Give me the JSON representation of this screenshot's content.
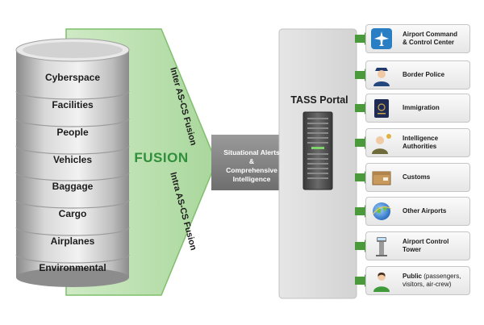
{
  "database_layers": [
    "Cyberspace",
    "Facilities",
    "People",
    "Vehicles",
    "Baggage",
    "Cargo",
    "Airplanes",
    "Environmental"
  ],
  "fusion": {
    "title": "FUSION",
    "inter_label": "Inter AS-CS Fusion",
    "intra_label": "Intra AS-CS Fusion"
  },
  "alerts_label": [
    "Situational Alerts",
    "&",
    "Comprehensive",
    "Intelligence"
  ],
  "portal": {
    "title": "TASS Portal"
  },
  "targets": [
    {
      "lines": [
        "Airport Command",
        "& Control Center"
      ],
      "icon": "airplane-icon"
    },
    {
      "lines": [
        "Border Police"
      ],
      "icon": "police-officer-icon"
    },
    {
      "lines": [
        "Immigration"
      ],
      "icon": "passport-icon"
    },
    {
      "lines": [
        "Intelligence",
        "Authorities"
      ],
      "icon": "intelligence-officer-icon"
    },
    {
      "lines": [
        "Customs"
      ],
      "icon": "package-box-icon"
    },
    {
      "lines": [
        "Other Airports"
      ],
      "icon": "globe-network-icon"
    },
    {
      "lines": [
        "Airport Control",
        "Tower"
      ],
      "icon": "control-tower-icon"
    },
    {
      "lines": [
        "Public"
      ],
      "sub": "(passengers, visitors, air-crew)",
      "icon": "person-icon"
    }
  ],
  "colors": {
    "fusion_green": "#2f8f3a",
    "panel_green": "#bfe3b4",
    "connector_green": "#4a9a3c",
    "portal_gray": "#d9d9d9"
  }
}
